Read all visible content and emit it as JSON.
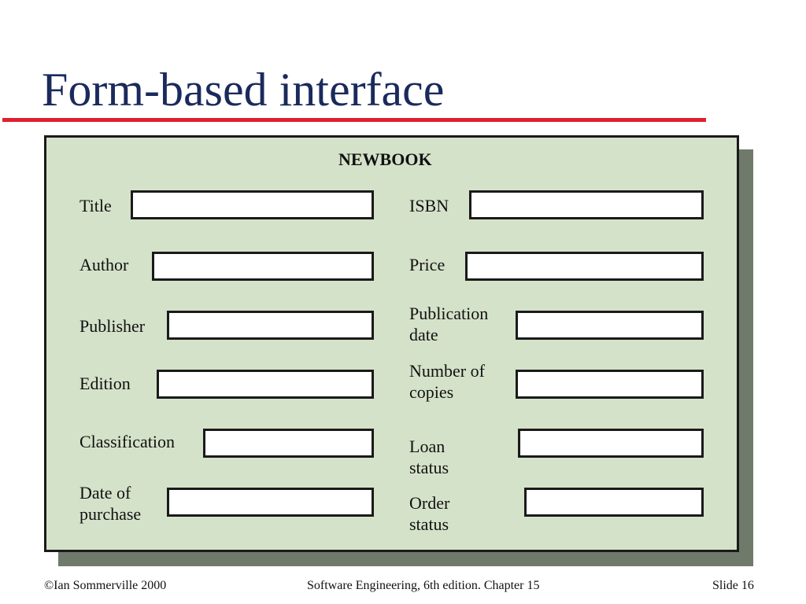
{
  "slide": {
    "title": "Form-based interface",
    "form_title": "NEWBOOK"
  },
  "fields_left": {
    "title": {
      "label": "Title",
      "value": ""
    },
    "author": {
      "label": "Author",
      "value": ""
    },
    "publisher": {
      "label": "Publisher",
      "value": ""
    },
    "edition": {
      "label": "Edition",
      "value": ""
    },
    "classification": {
      "label": "Classification",
      "value": ""
    },
    "date_of_purchase": {
      "label_line1": "Date of",
      "label_line2": "purchase",
      "value": ""
    }
  },
  "fields_right": {
    "isbn": {
      "label": "ISBN",
      "value": ""
    },
    "price": {
      "label": "Price",
      "value": ""
    },
    "publication_date": {
      "label_line1": "Publication",
      "label_line2": "date",
      "value": ""
    },
    "number_of_copies": {
      "label_line1": "Number of",
      "label_line2": "copies",
      "value": ""
    },
    "loan_status": {
      "label_line1": "Loan",
      "label_line2": "status",
      "value": ""
    },
    "order_status": {
      "label_line1": "Order",
      "label_line2": "status",
      "value": ""
    }
  },
  "footer": {
    "copyright": "©Ian Sommerville 2000",
    "book": "Software Engineering, 6th edition. Chapter 15",
    "slide_number": "Slide 16"
  },
  "colors": {
    "title_text": "#1b2a5c",
    "title_rule": "#e0202e",
    "panel_background": "#d4e2c9",
    "panel_shadow": "#6f7a6a"
  }
}
